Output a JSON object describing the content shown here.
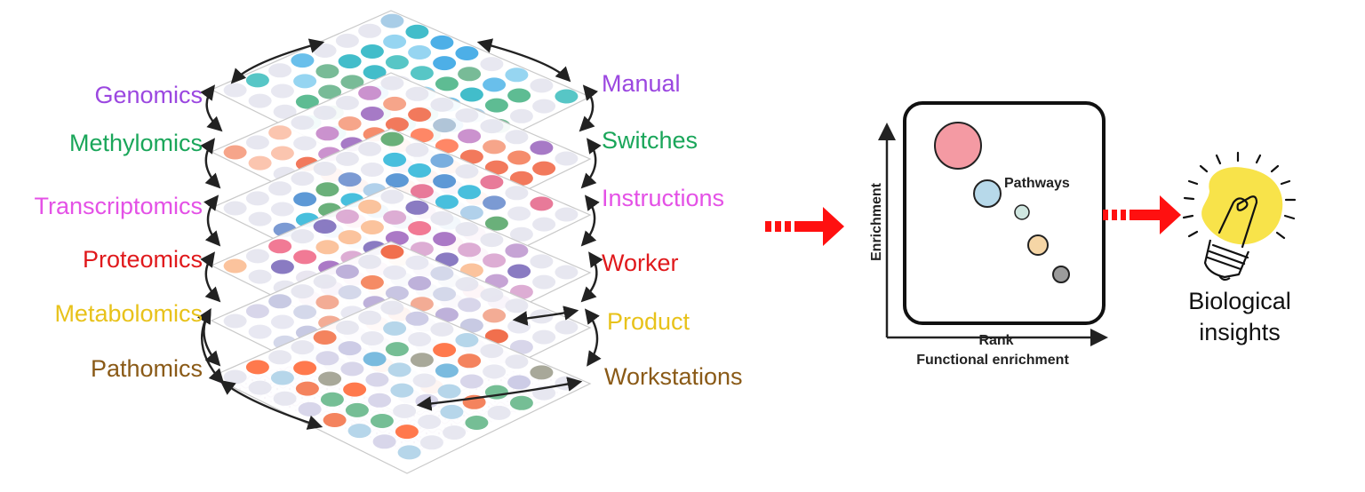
{
  "layers_left": [
    {
      "label": "Genomics",
      "color": "#9b47e0"
    },
    {
      "label": "Methylomics",
      "color": "#1aa65a"
    },
    {
      "label": "Transcriptomics",
      "color": "#e451e6"
    },
    {
      "label": "Proteomics",
      "color": "#e0191c"
    },
    {
      "label": "Metabolomics",
      "color": "#e8c21a"
    },
    {
      "label": "Pathomics",
      "color": "#8a5a17"
    }
  ],
  "layers_right": [
    {
      "label": "Manual",
      "color": "#9b47e0"
    },
    {
      "label": "Switches",
      "color": "#1aa65a"
    },
    {
      "label": "Instructions",
      "color": "#e451e6"
    },
    {
      "label": "Worker",
      "color": "#e0191c"
    },
    {
      "label": "Product",
      "color": "#e8c21a"
    },
    {
      "label": "Workstations",
      "color": "#8a5a17"
    }
  ],
  "plot": {
    "y_axis_label": "Enrichment",
    "x_axis_label": "Rank",
    "caption": "Functional enrichment",
    "bubble_label": "Pathways",
    "bubble_colors": [
      "#f49aa3",
      "#b7d9ea",
      "#cfe6e0",
      "#f6d6a6",
      "#9b9b9b"
    ]
  },
  "result": {
    "line1": "Biological",
    "line2": "insights"
  },
  "colors": {
    "arrow_red": "#ff1010",
    "bulb_yellow": "#f8e34a"
  }
}
